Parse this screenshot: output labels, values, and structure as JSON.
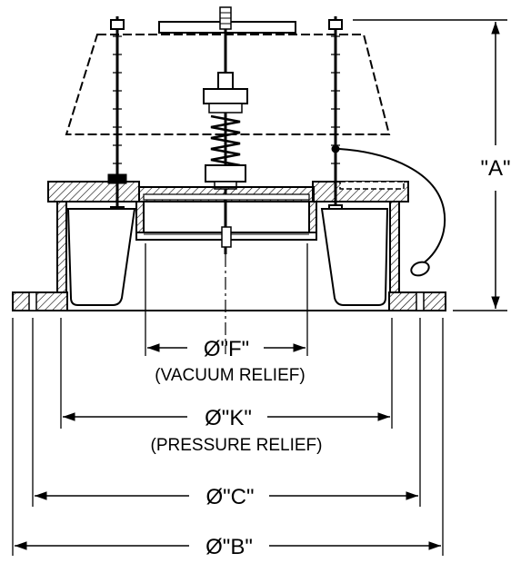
{
  "dimensions": {
    "height": "\"A\"",
    "vacuum_relief_dia": "Ø\"F\"",
    "vacuum_relief_note": "(VACUUM RELIEF)",
    "pressure_relief_dia": "Ø\"K\"",
    "pressure_relief_note": "(PRESSURE RELIEF)",
    "bolt_circle_dia": "Ø\"C\"",
    "flange_dia": "Ø\"B\""
  },
  "colors": {
    "line": "#000000",
    "background": "#ffffff"
  }
}
